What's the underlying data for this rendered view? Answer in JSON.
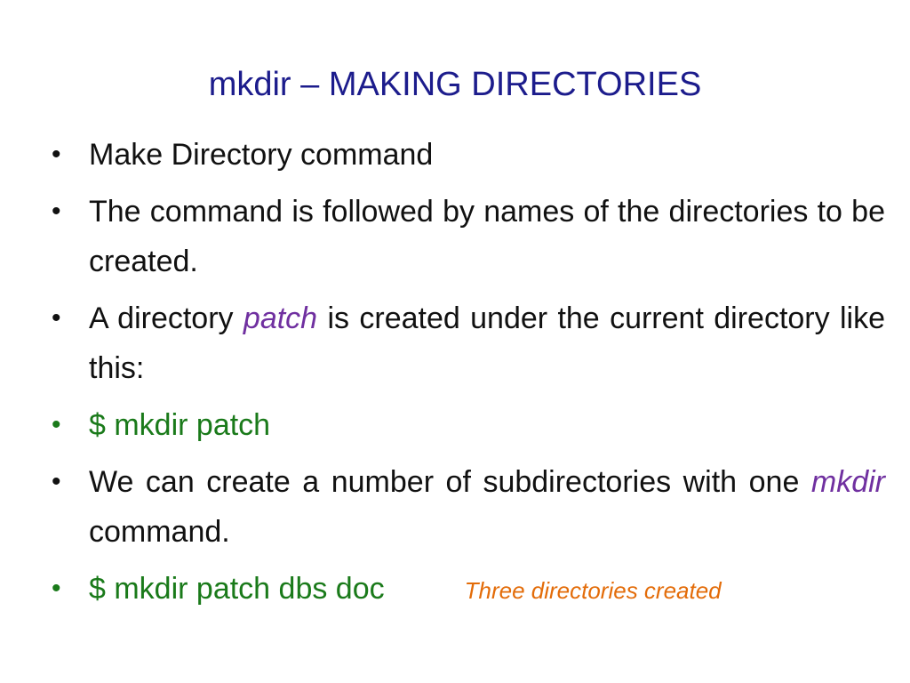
{
  "slide": {
    "title": "mkdir – MAKING DIRECTORIES",
    "colors": {
      "title": "#1c1c8c",
      "body": "#111111",
      "command": "#1a7a1a",
      "emphasis": "#7030a0",
      "note": "#e36c09"
    },
    "bullets": [
      {
        "text": "Make Directory command"
      },
      {
        "text": "The command is followed by names of the directories to be created."
      },
      {
        "before": "A directory ",
        "emphasis": "patch",
        "after": " is created under the current directory like this:"
      },
      {
        "text": "$ mkdir patch"
      },
      {
        "before": "We can create a number of subdirectories with one ",
        "emphasis": "mkdir",
        "after": " command."
      },
      {
        "text": "$ mkdir patch dbs doc",
        "note": "Three directories  created"
      }
    ]
  }
}
